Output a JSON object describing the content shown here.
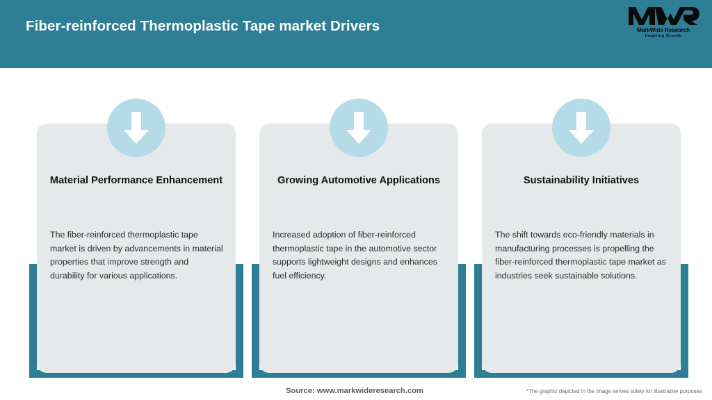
{
  "header": {
    "title": "Fiber-reinforced Thermoplastic Tape market Drivers",
    "bg_color": "#2e7f96",
    "title_color": "#ffffff",
    "logo": {
      "mark": "MWR",
      "name": "MarkWide Research",
      "tagline": "Inspiring Growth"
    }
  },
  "colors": {
    "teal": "#2e7f96",
    "panel": "#e5e9ea",
    "circle": "#b6dbe8",
    "arrow": "#ffffff",
    "heading": "#111111",
    "body": "#2b2b2b",
    "footer": "#5d5d5d"
  },
  "cards": [
    {
      "icon": "arrow-down-icon",
      "heading": "Material Performance Enhancement",
      "body": "The fiber-reinforced thermoplastic tape market is driven by advancements in material properties that improve strength and durability for various applications."
    },
    {
      "icon": "arrow-down-icon",
      "heading": "Growing Automotive Applications",
      "body": "Increased adoption of fiber-reinforced thermoplastic tape in the automotive sector supports lightweight designs and enhances fuel efficiency."
    },
    {
      "icon": "arrow-down-icon",
      "heading": "Sustainability Initiatives",
      "body": "The shift towards eco-friendly materials in manufacturing processes is propelling the fiber-reinforced thermoplastic tape market as industries seek sustainable solutions."
    }
  ],
  "footer": {
    "source": "Source: www.markwideresearch.com",
    "disclaimer": "*The graphic depicted in the image serves solely for illustrative purposes"
  }
}
